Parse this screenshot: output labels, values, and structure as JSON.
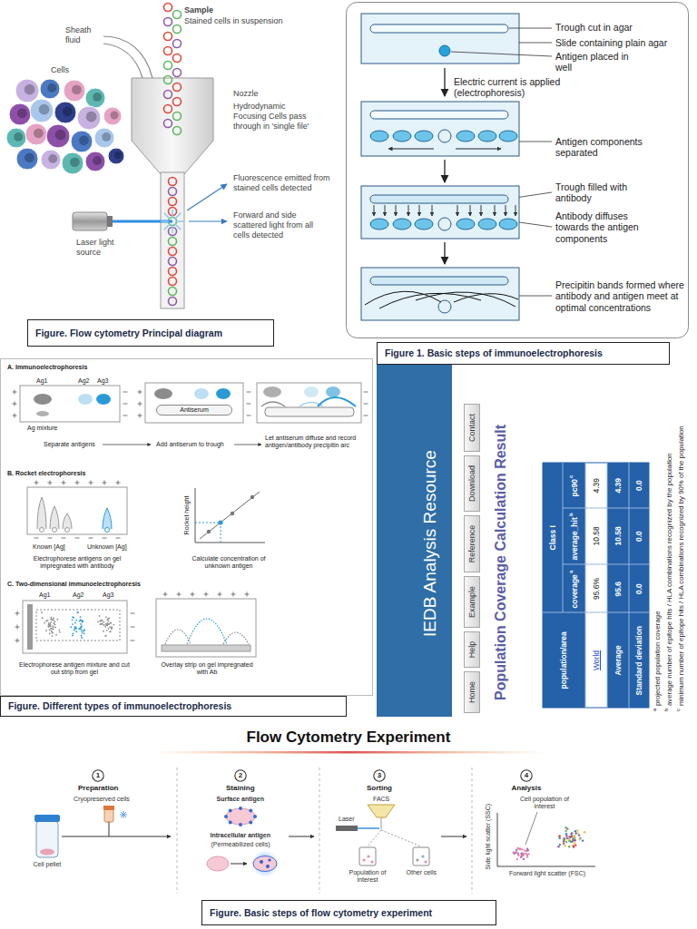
{
  "diagram": {
    "nodes": [
      {
        "text": [
          "Figure. Flow cytometry Principal diagram"
        ]
      },
      {
        "text": [
          "Figure 1. Basic steps of immunoelectrophoresis"
        ]
      },
      {
        "text": [
          "Antiserum"
        ]
      },
      {
        "text": [
          "Figure. Different types of immunoelectrophoresis"
        ]
      },
      {
        "text": [
          "IEDB Analysis Resource"
        ]
      },
      {
        "text": [
          "Home"
        ]
      },
      {
        "text": [
          "Help"
        ]
      },
      {
        "text": [
          "Example"
        ]
      },
      {
        "text": [
          "Reference"
        ]
      },
      {
        "text": [
          "Download"
        ]
      },
      {
        "text": [
          "Contact"
        ]
      },
      {
        "text": [
          "1"
        ]
      },
      {
        "text": [
          "2"
        ]
      },
      {
        "text": [
          "3"
        ]
      },
      {
        "text": [
          "4"
        ]
      },
      {
        "text": [
          "Figure. Basic steps of flow cytometry experiment"
        ]
      }
    ],
    "labels": [
      "Sample",
      "Stained cells in suspension",
      "Sheath fluid",
      "Cells",
      "Nozzle",
      "Hydrodynamic Focusing Cells pass through in 'single file'",
      "Fluorescence emitted from stained cells detected",
      "Forward and side scattered light from all cells detected",
      "Laser light source",
      "Trough cut in agar",
      "Slide containing plain agar",
      "Antigen placed in well",
      "Electric current is applied (electrophoresis)",
      "Antigen components separated",
      "Trough filled with antibody",
      "Antibody diffuses towards the antigen components",
      "Precipitin bands formed where antibody and antigen meet at optimal concentrations",
      "A. Immunoelectrophoresis",
      "Ag1",
      "Ag2",
      "Ag3",
      "Ag mixture",
      "Separate antigens",
      "Add antiserum to trough",
      "Let antiserum diffuse and record antigen/antibody precipitin arc",
      "B. Rocket electrophoresis",
      "Known [Ag]",
      "Unknown [Ag]",
      "Electrophorese antigens on gel impregnated with antibody",
      "Rocket height",
      "Calculate concentration of unknown antigen",
      "C. Two-dimensional immunoelectrophoresis",
      "Ag1",
      "Ag2",
      "Ag3",
      "Electrophorese antigen mixture and cut out strip from gel",
      "Overlay strip on gel impregnated with Ab",
      "Population Coverage Calculation Result",
      "population/area",
      "Class I",
      "coverage",
      "a",
      "average_hit",
      "b",
      "pc90",
      "c",
      "World",
      "95.6%",
      "10.58",
      "4.39",
      "Average",
      "95.6",
      "10.58",
      "4.39",
      "Standard deviation",
      "0.0",
      "0.0",
      "0.0",
      "a",
      "projected population coverage",
      "b",
      "average number of epitope hits / HLA combinations recognized by the population",
      "c",
      "minimum number of epitope hits / HLA combinations recognized by 90% of the population",
      "Flow Cytometry Experiment",
      "Preparation",
      "Staining",
      "Sorting",
      "Analysis",
      "Cryopreserved cells",
      "Cell pellet",
      "Surface antigen",
      "Intracellular antigen",
      "(Permeabilized cells)",
      "FACS",
      "Laser",
      "Population of interest",
      "Other cells",
      "Cell population of interest",
      "Side light scatter (SSC)",
      "Forward light scatter (FSC)"
    ]
  }
}
